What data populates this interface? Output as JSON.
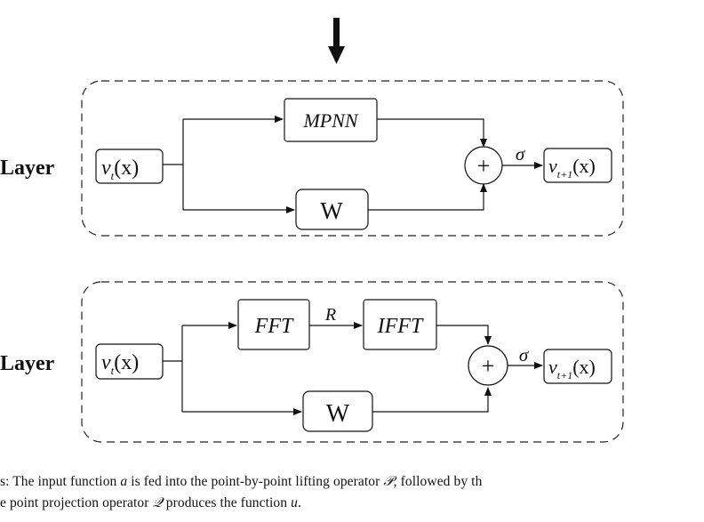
{
  "layer_labels": [
    "Layer",
    "Layer"
  ],
  "top_layer": {
    "input": {
      "base": "v",
      "sub": "t",
      "arg": "(x)"
    },
    "upper_block": "MPNN",
    "lower_block": "W",
    "sum": "+",
    "activation": "σ",
    "output": {
      "base": "v",
      "sub": "t+1",
      "arg": "(x)"
    }
  },
  "bottom_layer": {
    "input": {
      "base": "v",
      "sub": "t",
      "arg": "(x)"
    },
    "fft_block": "FFT",
    "r_label": "R",
    "ifft_block": "IFFT",
    "lower_block": "W",
    "sum": "+",
    "activation": "σ",
    "output": {
      "base": "v",
      "sub": "t+1",
      "arg": "(x)"
    }
  },
  "caption": {
    "line1_a": "s: The input function ",
    "line1_a_var": "a",
    "line1_b": " is fed into the point-by-point lifting operator ",
    "line1_p_var": "𝒫",
    "line1_c": ", followed by th",
    "line2_a": "e point projection operator ",
    "line2_q_var": "𝒬",
    "line2_b": " produces the function ",
    "line2_u_var": "u",
    "line2_c": "."
  }
}
